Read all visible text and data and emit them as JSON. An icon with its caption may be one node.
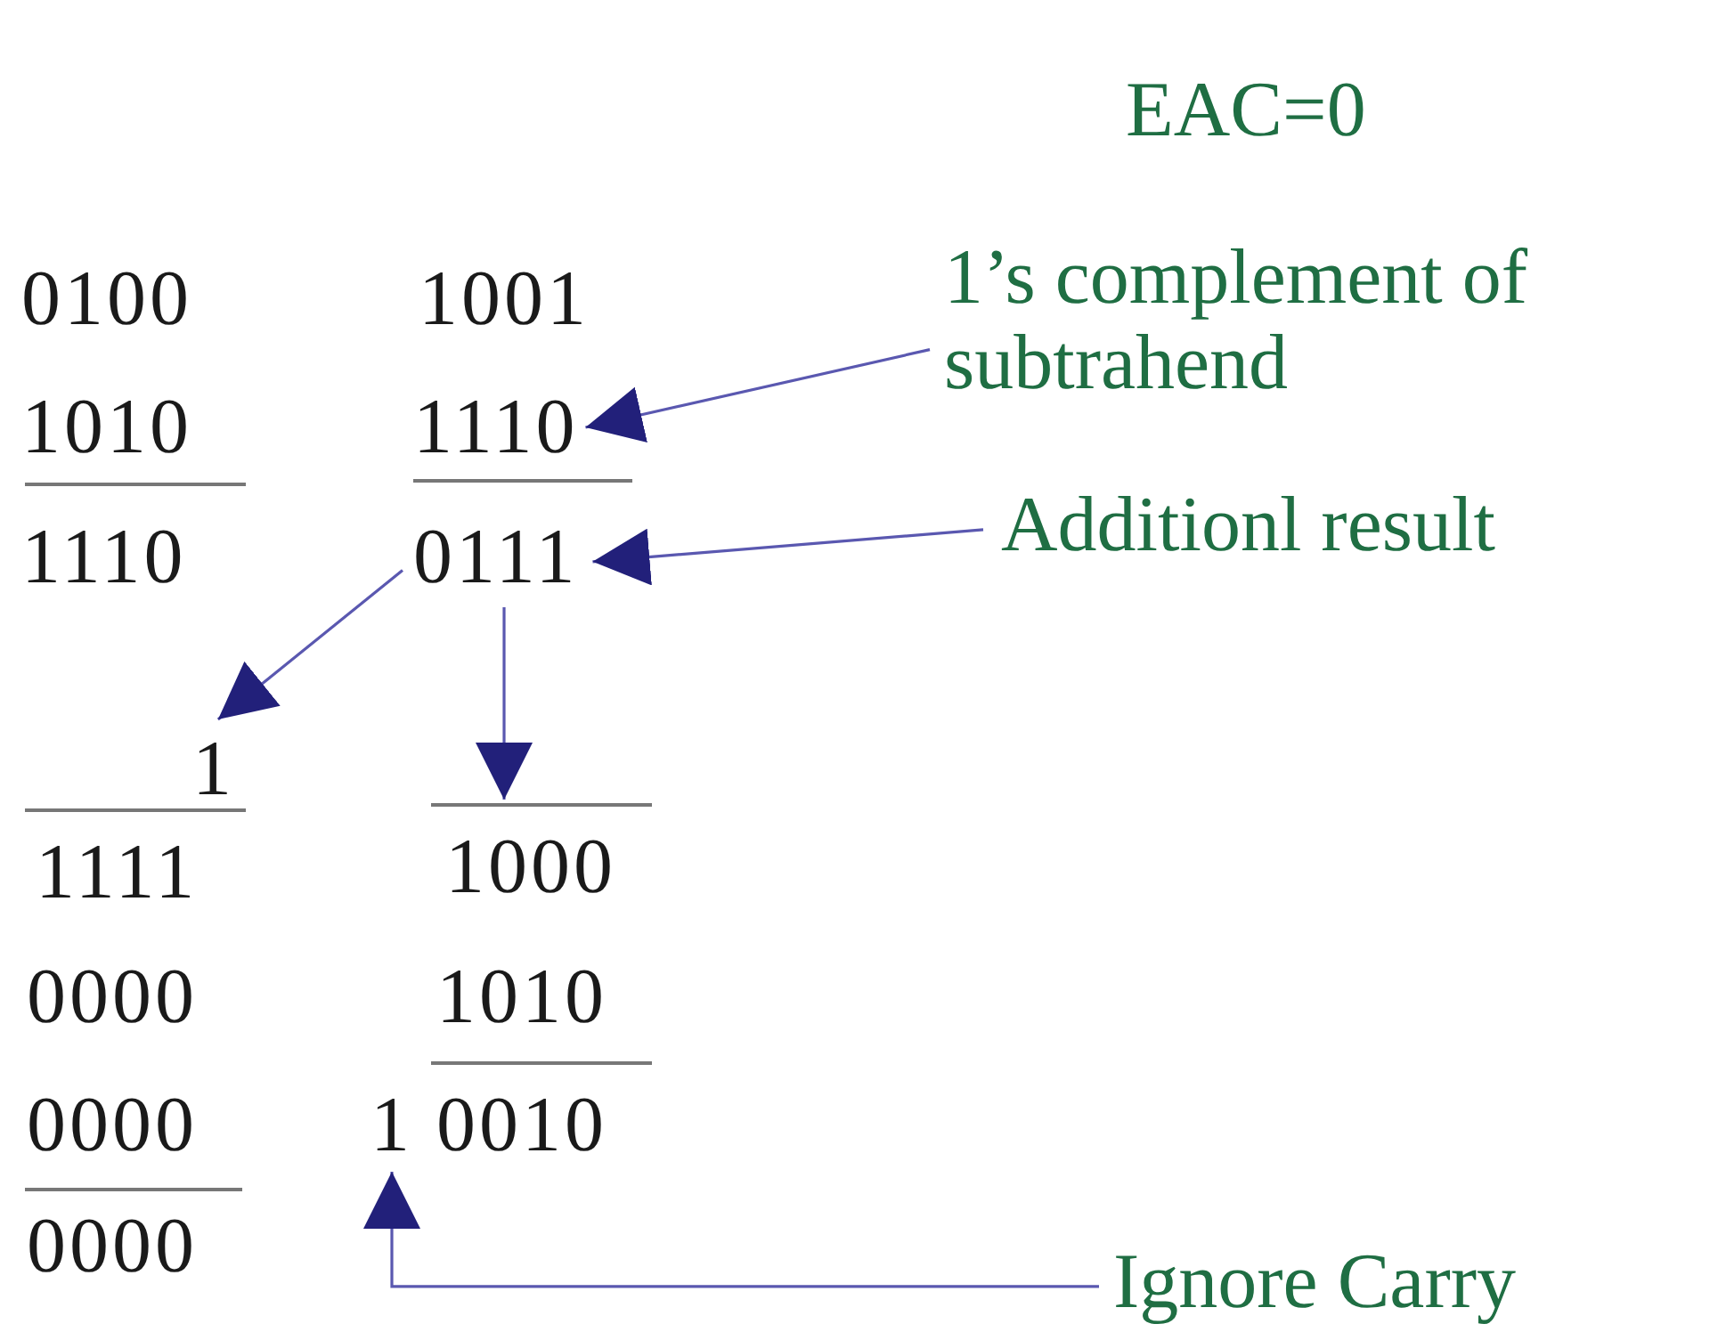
{
  "diagram": {
    "nodes": [
      {
        "text": [
          "1’s complement of subtrahend"
        ]
      },
      {
        "text": [
          "1110"
        ]
      },
      {
        "text": [
          "Additionl result"
        ]
      },
      {
        "text": [
          "0111"
        ]
      },
      {
        "text": [
          "1"
        ]
      },
      {
        "text": [
          "1000"
        ]
      },
      {
        "text": [
          "1"
        ]
      },
      {
        "text": [
          "Ignore Carry"
        ]
      }
    ],
    "edges": [
      {
        "from": 0,
        "to": 1,
        "arrow": "to"
      },
      {
        "from": 2,
        "to": 3,
        "arrow": "to"
      },
      {
        "from": 3,
        "to": 4,
        "arrow": "to"
      },
      {
        "from": 3,
        "to": 5,
        "arrow": "to"
      },
      {
        "from": 7,
        "to": 6,
        "arrow": "to"
      }
    ],
    "labels": [
      "EAC=0",
      "0100",
      "1001",
      "1010",
      "1110",
      "1111",
      "0000",
      "1010",
      "0000",
      "0010",
      "0000"
    ]
  }
}
